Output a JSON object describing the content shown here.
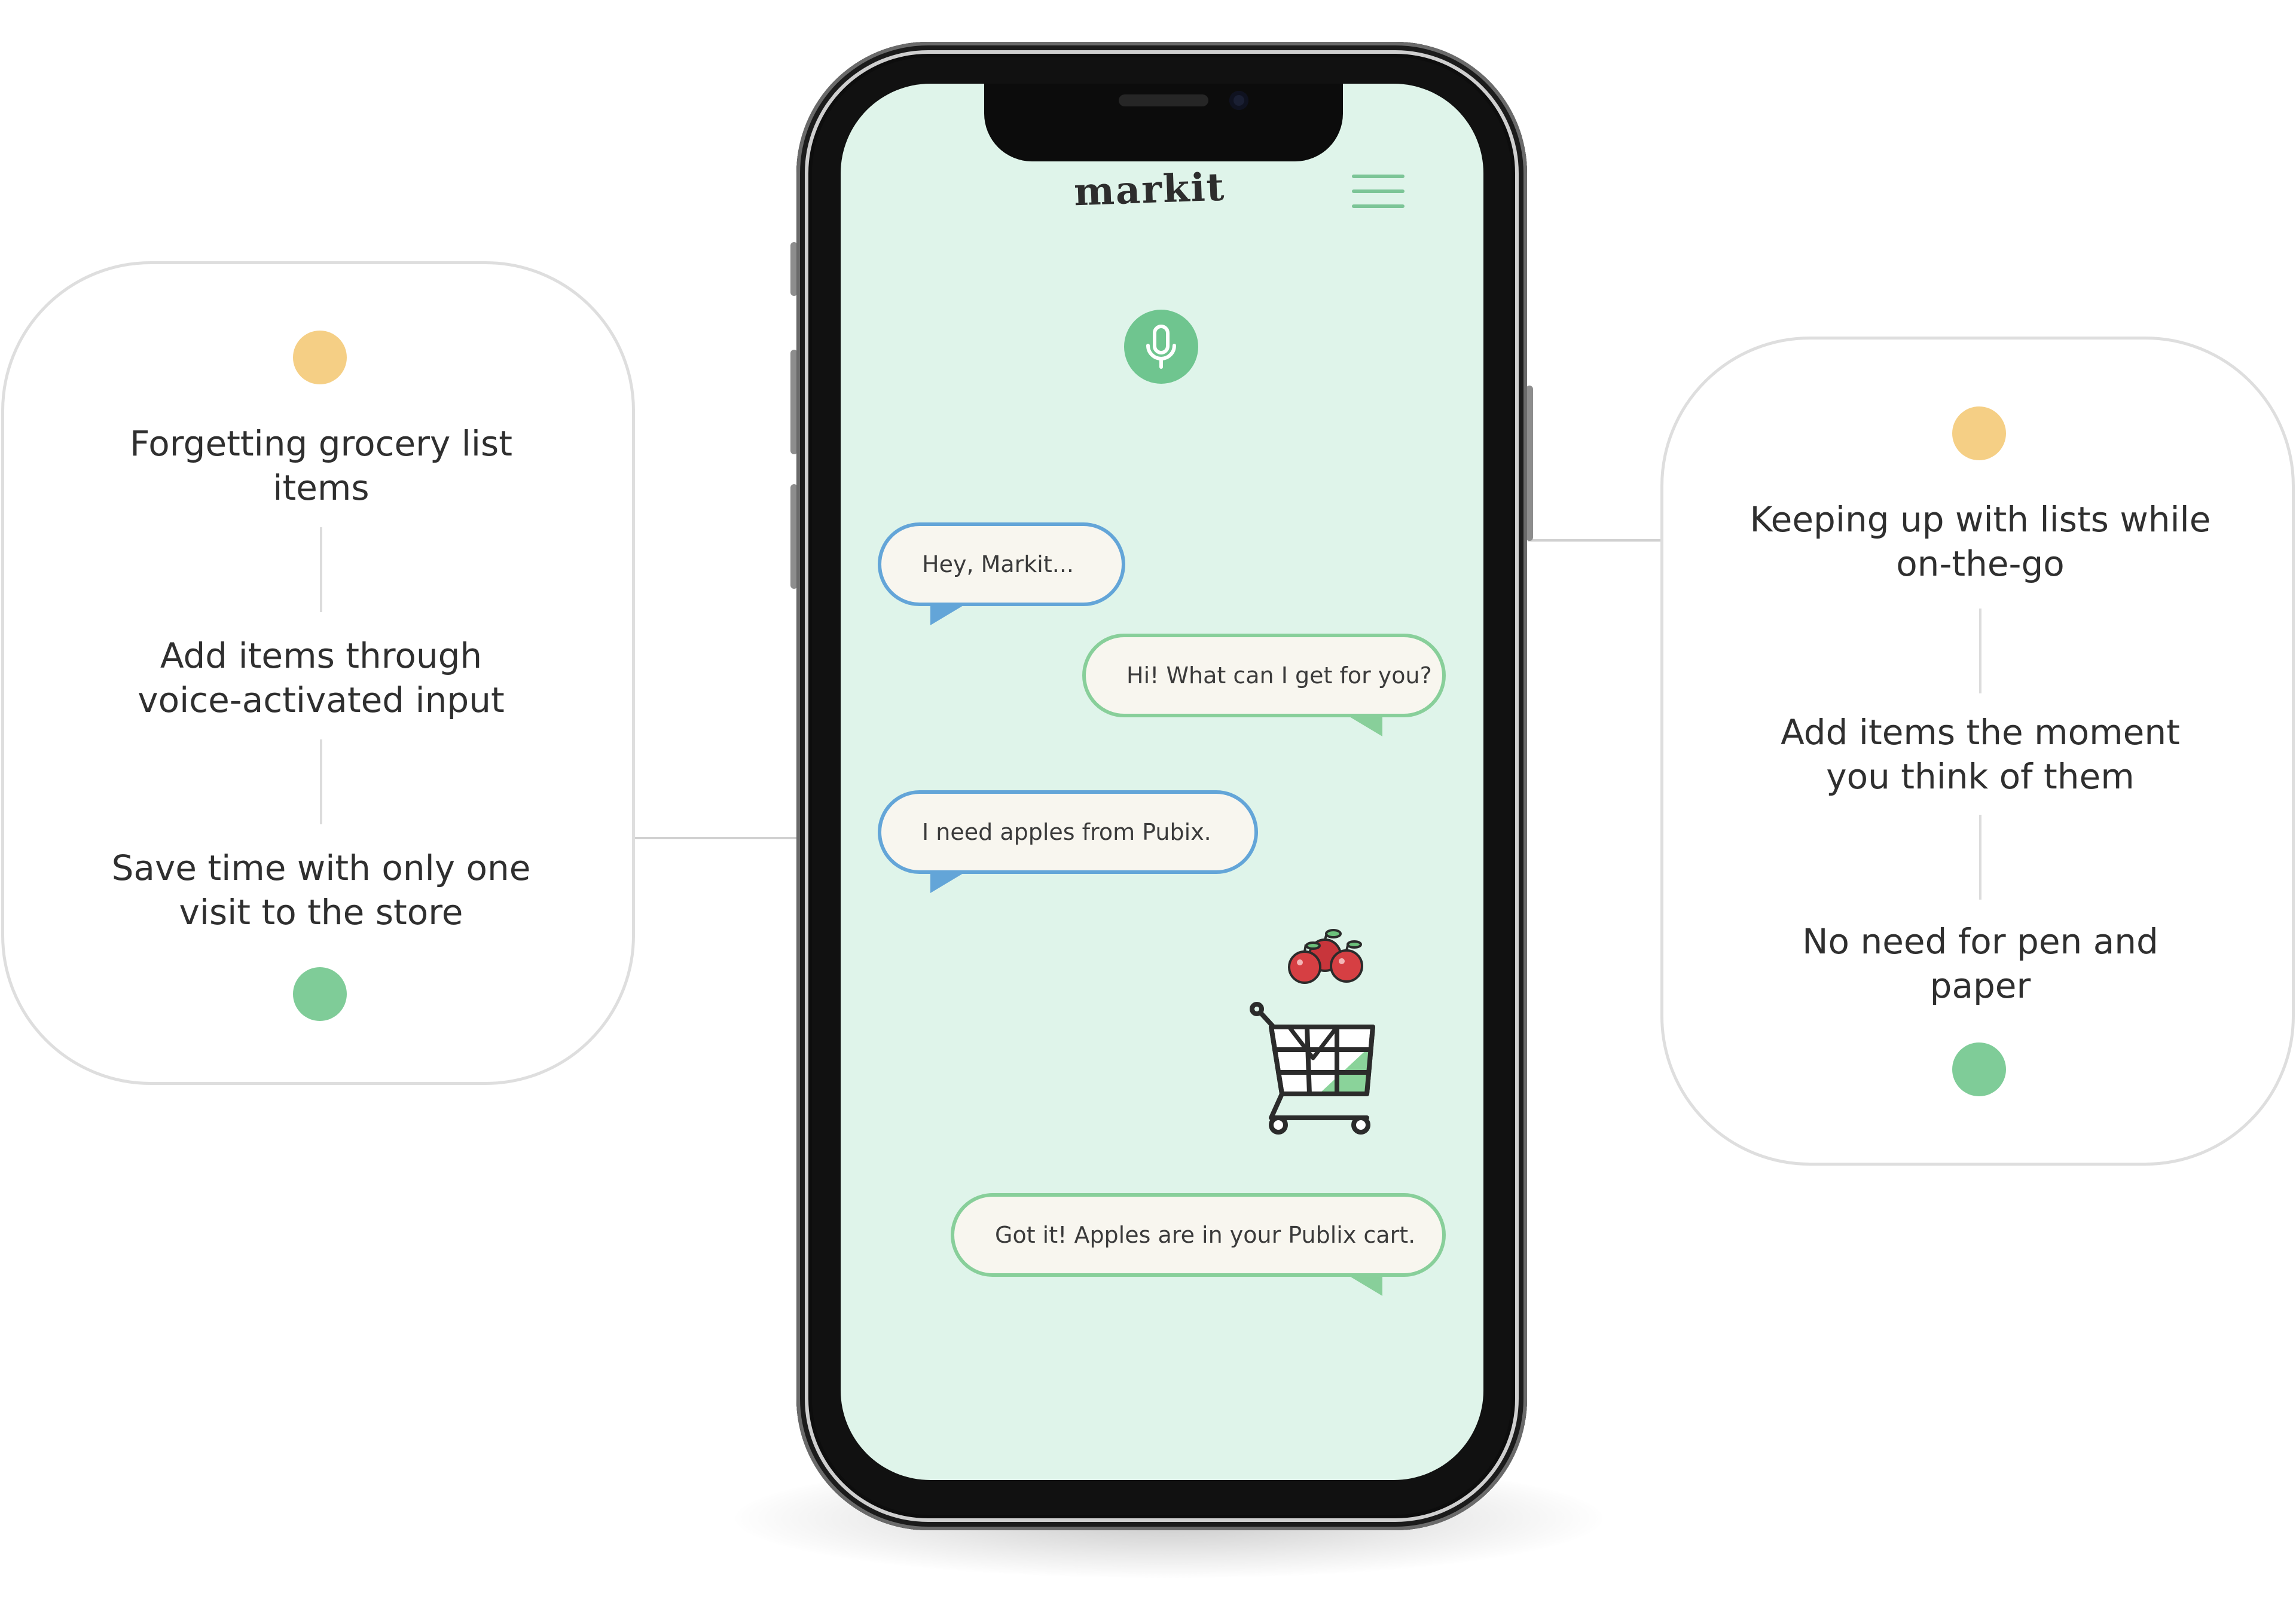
{
  "left_card": {
    "problem": "Forgetting grocery list\nitems",
    "solution": "Add items through\nvoice-activated input",
    "benefit": "Save time with only one\nvisit to the store"
  },
  "right_card": {
    "problem": "Keeping up with lists while\non-the-go",
    "solution": "Add items the moment\nyou think of them",
    "benefit": "No need for pen and\npaper"
  },
  "app": {
    "logo": "markit",
    "menu_icon": "hamburger-menu-icon",
    "mic_icon": "microphone-icon"
  },
  "chat": [
    {
      "from": "user",
      "text": "Hey, Markit..."
    },
    {
      "from": "app",
      "text": "Hi! What can I get for you?"
    },
    {
      "from": "user",
      "text": "I need apples from Pubix."
    },
    {
      "from": "app",
      "text": "Got it! Apples are in your Publix cart."
    }
  ],
  "illustrations": [
    "apples-icon",
    "shopping-cart-icon"
  ],
  "colors": {
    "screen_bg": "#dff4ea",
    "accent_green": "#6fc58f",
    "user_bubble_border": "#63a5d8",
    "app_bubble_border": "#88cf9a",
    "dot_yellow": "#f5cf85",
    "dot_green": "#7fcc98"
  }
}
